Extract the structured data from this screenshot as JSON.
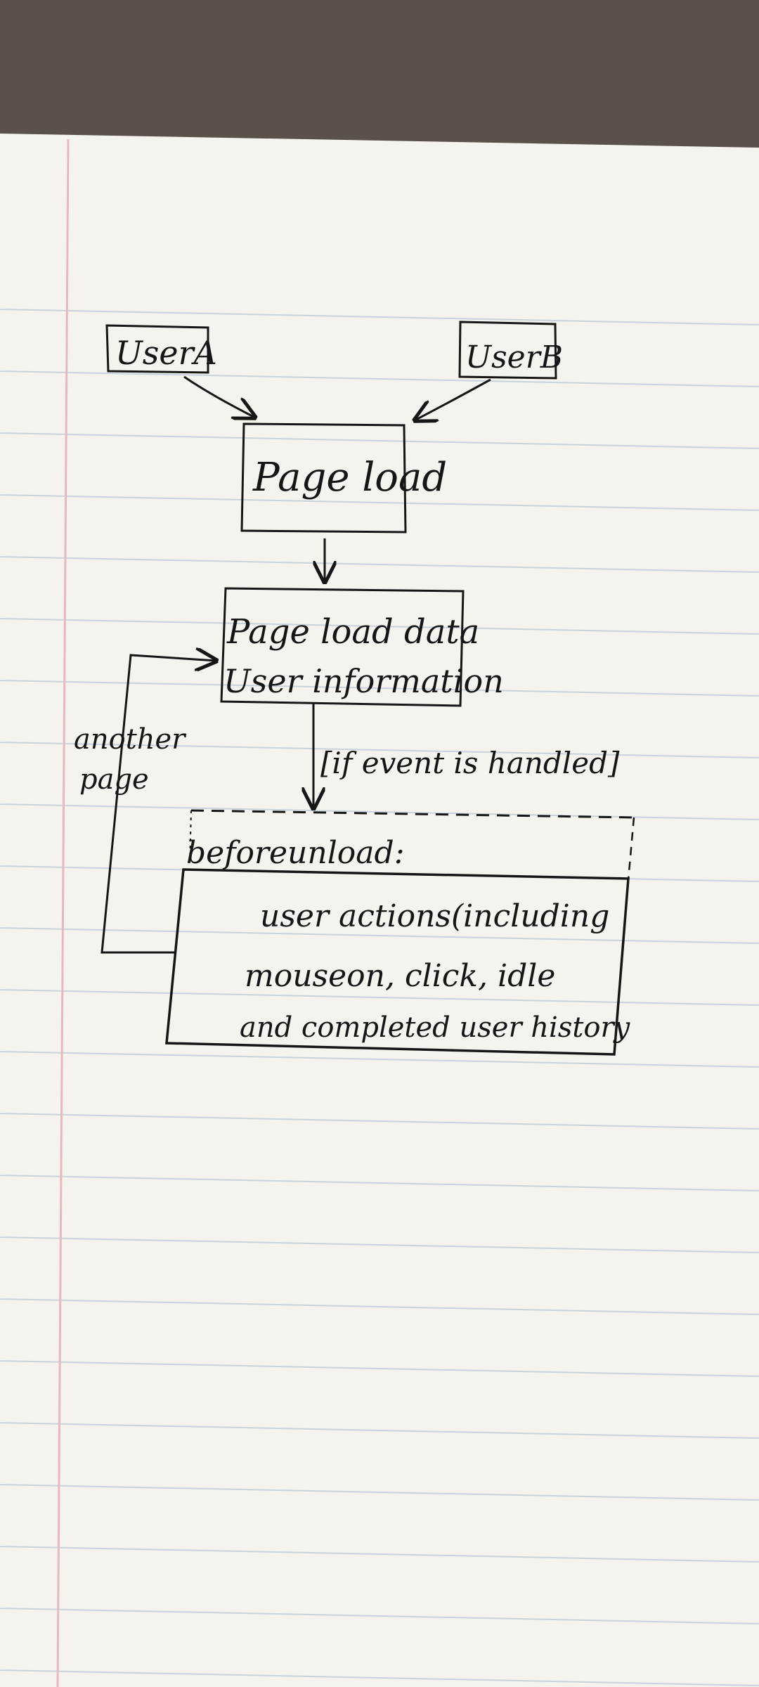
{
  "diagram": {
    "nodes": {
      "user_a": "UserA",
      "user_b": "UserB",
      "page_load": "Page load",
      "page_load_data_line1": "Page load data",
      "page_load_data_line2": "User information",
      "beforeunload_title": "beforeunload:",
      "user_actions_line1": "user actions(including",
      "user_actions_line2": "mouseon, click, idle",
      "user_actions_line3": "and completed user history"
    },
    "edge_labels": {
      "guard": "[if event is handled]",
      "loop_line1": "another",
      "loop_line2": "page"
    }
  }
}
